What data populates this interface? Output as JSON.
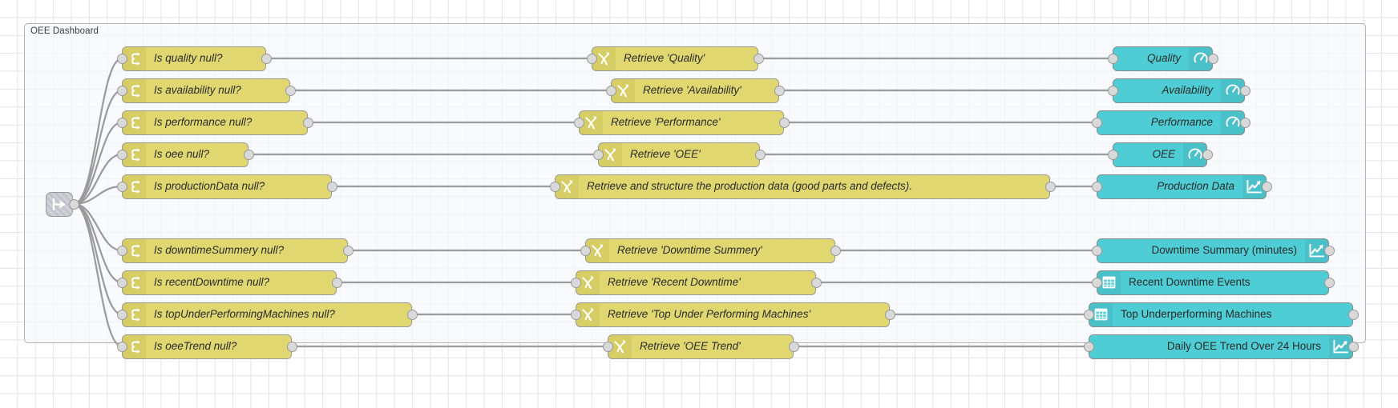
{
  "editor": {
    "group_label": "OEE Dashboard",
    "colors": {
      "switch_node": "#e3d96a",
      "change_node": "#e3d96a",
      "dashboard_node": "#4fcdd4",
      "wire": "#9a9a9a",
      "port": "#d9d9d9",
      "group_border": "#b3b3b3",
      "grid": "#e3e3e3",
      "canvas": "#ffffff"
    }
  },
  "source_node": {
    "name": "link-in-node",
    "icon": "link-in-icon"
  },
  "columns": {
    "switch_column_label": "switch-nodes",
    "change_column_label": "change-nodes",
    "dashboard_column_label": "dashboard-nodes"
  },
  "rows": [
    {
      "id": "quality",
      "switch": {
        "label": "Is quality null?",
        "icon": "switch-icon"
      },
      "change": {
        "label": "Retrieve 'Quality'",
        "icon": "change-icon"
      },
      "dashboard": {
        "label": "Quality",
        "icon": "gauge-icon",
        "icon_side": "right",
        "italic": true
      }
    },
    {
      "id": "availability",
      "switch": {
        "label": "Is availability null?",
        "icon": "switch-icon"
      },
      "change": {
        "label": "Retrieve 'Availability'",
        "icon": "change-icon"
      },
      "dashboard": {
        "label": "Availability",
        "icon": "gauge-icon",
        "icon_side": "right",
        "italic": true
      }
    },
    {
      "id": "performance",
      "switch": {
        "label": "Is performance null?",
        "icon": "switch-icon"
      },
      "change": {
        "label": "Retrieve 'Performance'",
        "icon": "change-icon"
      },
      "dashboard": {
        "label": "Performance",
        "icon": "gauge-icon",
        "icon_side": "right",
        "italic": true
      }
    },
    {
      "id": "oee",
      "switch": {
        "label": "Is oee null?",
        "icon": "switch-icon"
      },
      "change": {
        "label": "Retrieve 'OEE'",
        "icon": "change-icon"
      },
      "dashboard": {
        "label": "OEE",
        "icon": "gauge-icon",
        "icon_side": "right",
        "italic": true
      }
    },
    {
      "id": "production-data",
      "switch": {
        "label": "Is productionData null?",
        "icon": "switch-icon"
      },
      "change": {
        "label": "Retrieve and structure the production data (good parts and defects).",
        "icon": "change-icon"
      },
      "dashboard": {
        "label": "Production Data",
        "icon": "chart-icon",
        "icon_side": "right",
        "italic": true
      }
    },
    {
      "id": "downtime-summary",
      "switch": {
        "label": "Is downtimeSummery null?",
        "icon": "switch-icon"
      },
      "change": {
        "label": "Retrieve 'Downtime Summery'",
        "icon": "change-icon"
      },
      "dashboard": {
        "label": "Downtime Summary (minutes)",
        "icon": "chart-icon",
        "icon_side": "right",
        "italic": false
      }
    },
    {
      "id": "recent-downtime",
      "switch": {
        "label": "Is recentDowntime null?",
        "icon": "switch-icon"
      },
      "change": {
        "label": "Retrieve 'Recent Downtime'",
        "icon": "change-icon"
      },
      "dashboard": {
        "label": "Recent Downtime Events",
        "icon": "table-icon",
        "icon_side": "left",
        "italic": false
      }
    },
    {
      "id": "top-underperforming",
      "switch": {
        "label": "Is topUnderPerformingMachines null?",
        "icon": "switch-icon"
      },
      "change": {
        "label": "Retrieve 'Top Under Performing Machines'",
        "icon": "change-icon"
      },
      "dashboard": {
        "label": "Top Underperforming Machines",
        "icon": "table-icon",
        "icon_side": "left",
        "italic": false
      }
    },
    {
      "id": "oee-trend",
      "switch": {
        "label": "Is oeeTrend null?",
        "icon": "switch-icon"
      },
      "change": {
        "label": "Retrieve 'OEE Trend'",
        "icon": "change-icon"
      },
      "dashboard": {
        "label": "Daily OEE Trend Over 24 Hours",
        "icon": "chart-icon",
        "icon_side": "right",
        "italic": false
      }
    }
  ]
}
